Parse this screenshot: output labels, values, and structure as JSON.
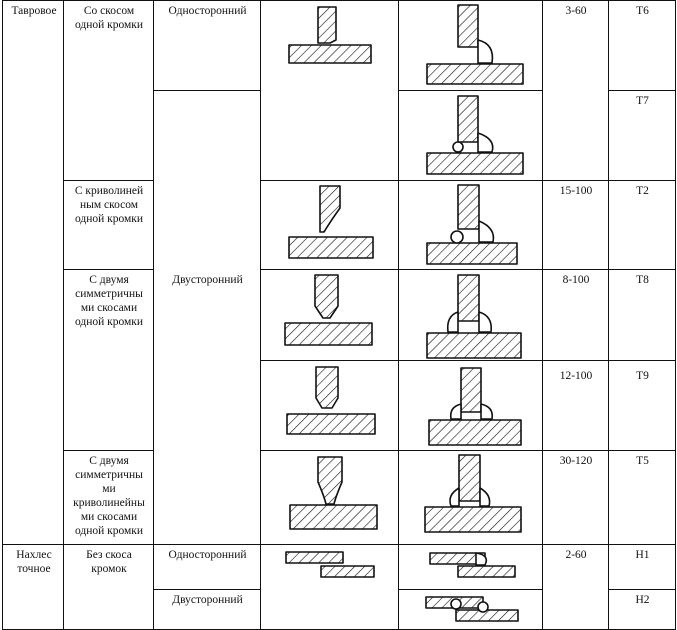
{
  "joint_type": {
    "tee": "Тавровое",
    "lap": "Нахлес\nточное"
  },
  "preparation": {
    "one_bevel": "Со скосом\nодной кромки",
    "curved_one_bevel": "С криволиней\nным скосом\nодной кромки",
    "two_symmetric": "С двумя\nсимметричны\nми скосами\nодной кромки",
    "two_symmetric_curved": "С двумя\nсимметричны\nми\nкриволинейны\nми скосами\nодной кромки",
    "no_bevel": "Без скоса\nкромок"
  },
  "weld_side": {
    "one_sided": "Односторонний",
    "two_sided": "Двусторонний",
    "one_sided_lap": "Односторонний",
    "two_sided_lap": "Двусторонний"
  },
  "thickness": {
    "t6": "3-60",
    "t2": "15-100",
    "t8": "8-100",
    "t9": "12-100",
    "t5": "30-120",
    "h1": "2-60"
  },
  "designation": {
    "t6": "Т6",
    "t7": "Т7",
    "t2": "Т2",
    "t8": "Т8",
    "t9": "Т9",
    "t5": "Т5",
    "h1": "Н1",
    "h2": "Н2"
  }
}
